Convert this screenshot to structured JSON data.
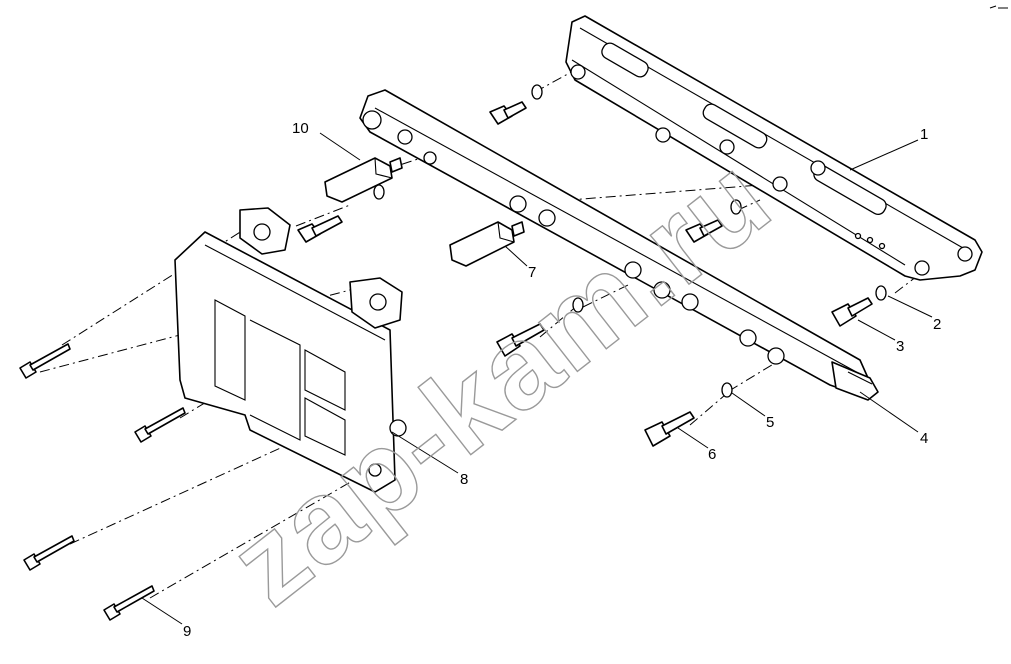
{
  "diagram": {
    "watermark": "zap-kam.ru",
    "callouts": [
      {
        "id": "1",
        "label": "1"
      },
      {
        "id": "2",
        "label": "2"
      },
      {
        "id": "3",
        "label": "3"
      },
      {
        "id": "4",
        "label": "4"
      },
      {
        "id": "5",
        "label": "5"
      },
      {
        "id": "6",
        "label": "6"
      },
      {
        "id": "7",
        "label": "7"
      },
      {
        "id": "8",
        "label": "8"
      },
      {
        "id": "9",
        "label": "9"
      },
      {
        "id": "10",
        "label": "10"
      }
    ]
  }
}
